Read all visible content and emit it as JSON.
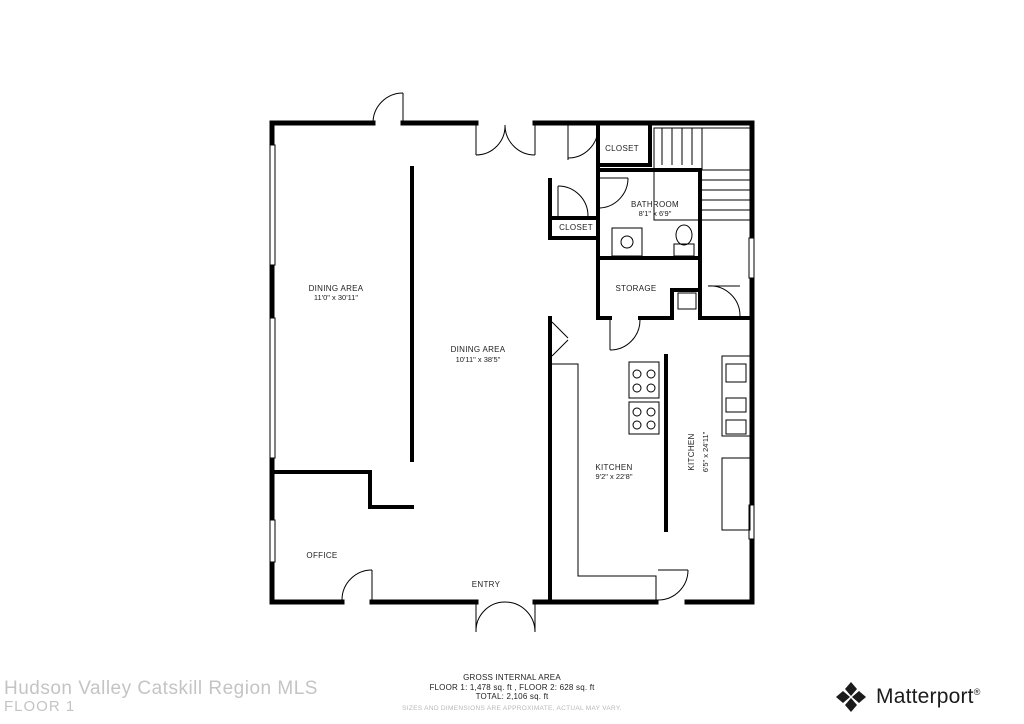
{
  "rooms": {
    "dining_west": {
      "name": "DINING AREA",
      "dims": "11'0\" x 30'11\""
    },
    "dining_center": {
      "name": "DINING AREA",
      "dims": "10'11\" x 38'5\""
    },
    "closet_top": {
      "name": "CLOSET"
    },
    "closet_mid": {
      "name": "CLOSET"
    },
    "bathroom": {
      "name": "BATHROOM",
      "dims": "8'1\" x 6'9\""
    },
    "storage": {
      "name": "STORAGE"
    },
    "kitchen_main": {
      "name": "KITCHEN",
      "dims": "9'2\" x 22'8\""
    },
    "kitchen_east": {
      "name": "KITCHEN",
      "dims": "6'5\" x 24'11\""
    },
    "office": {
      "name": "OFFICE"
    },
    "entry": {
      "name": "ENTRY"
    }
  },
  "footer": {
    "area_title": "GROSS INTERNAL AREA",
    "area_floors": "FLOOR 1: 1,478 sq. ft , FLOOR 2: 628 sq. ft",
    "area_total": "TOTAL: 2,106 sq. ft",
    "disclaimer": "SIZES AND DIMENSIONS ARE APPROXIMATE, ACTUAL MAY VARY."
  },
  "watermark": {
    "text": "Hudson Valley Catskill Region MLS",
    "floor": "FLOOR 1"
  },
  "brand": {
    "name": "Matterport",
    "mark": "®",
    "icon": "matterport-logo-icon"
  },
  "colors": {
    "wall": "#000000",
    "watermark": "#c4c4c4",
    "text": "#222222"
  }
}
